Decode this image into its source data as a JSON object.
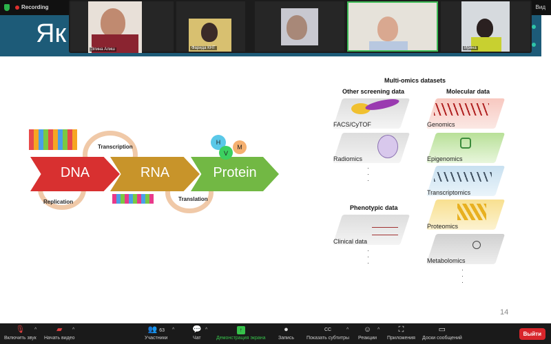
{
  "topbar": {
    "recording": "Recording",
    "view": "Вид"
  },
  "slide": {
    "title": "Як",
    "page": "14",
    "flow": {
      "dna": "DNA",
      "rna": "RNA",
      "protein": "Protein",
      "transcription": "Transcription",
      "replication": "Replication",
      "translation": "Translation",
      "amino": [
        "H",
        "V",
        "M"
      ]
    },
    "omics": {
      "title": "Multi-omics datasets",
      "other_header": "Other screening data",
      "molecular_header": "Molecular data",
      "phenotypic_header": "Phenotypic data",
      "other": [
        "FACS/CyTOF",
        "Radiomics"
      ],
      "phenotypic": [
        "Clinical data"
      ],
      "molecular": [
        "Genomics",
        "Epigenomics",
        "Transcriptomics",
        "Proteomics",
        "Metabolomics"
      ]
    }
  },
  "participants": [
    {
      "name": "Элина Алиш"
    },
    {
      "name": "Фарида КНТ"
    },
    {
      "name": ""
    },
    {
      "name": ""
    },
    {
      "name": "Ирина"
    }
  ],
  "toolbar": {
    "unmute": "Включить звук",
    "start_video": "Начать видео",
    "participants": "Участники",
    "participants_count": "63",
    "chat": "Чат",
    "share": "Демонстрация экрана",
    "record": "Запись",
    "captions": "Показать субтитры",
    "reactions": "Реакции",
    "apps": "Приложения",
    "whiteboards": "Доски сообщений",
    "leave": "Выйти"
  },
  "colors": {
    "share": "#37c14b",
    "leave": "#d8262b",
    "band": "#1d5b78"
  }
}
